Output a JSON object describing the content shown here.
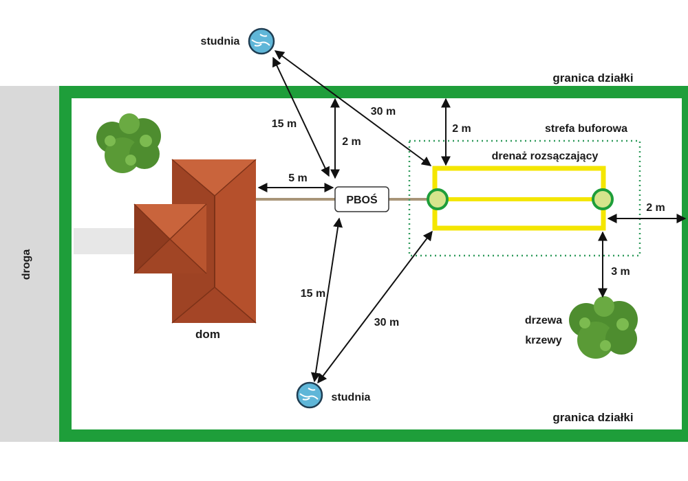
{
  "labels": {
    "road": "droga",
    "boundary_top": "granica działki",
    "boundary_bottom": "granica działki",
    "buffer_zone": "strefa buforowa",
    "drainage": "drenaż rozsączający",
    "house": "dom",
    "tank": "PBOŚ",
    "well_top": "studnia",
    "well_bottom": "studnia",
    "trees_line1": "drzewa",
    "trees_line2": "krzewy"
  },
  "distances": {
    "well_top_to_tank": "15 m",
    "well_top_to_drain": "30 m",
    "boundary_to_tank": "2 m",
    "house_to_tank": "5 m",
    "boundary_to_drain": "2 m",
    "drain_to_right_boundary": "2 m",
    "drain_to_trees": "3 m",
    "tank_to_well_bottom": "15 m",
    "drain_to_well_bottom": "30 m"
  },
  "colors": {
    "boundary": "#1e9e3a",
    "road": "#d9d9d9",
    "roof": "#b5502c",
    "roof_dark": "#8f3b1f",
    "drain": "#f4e600",
    "well": "#5fb6d8",
    "tree": "#4e8d2f",
    "buffer": "#2e9a5a"
  }
}
